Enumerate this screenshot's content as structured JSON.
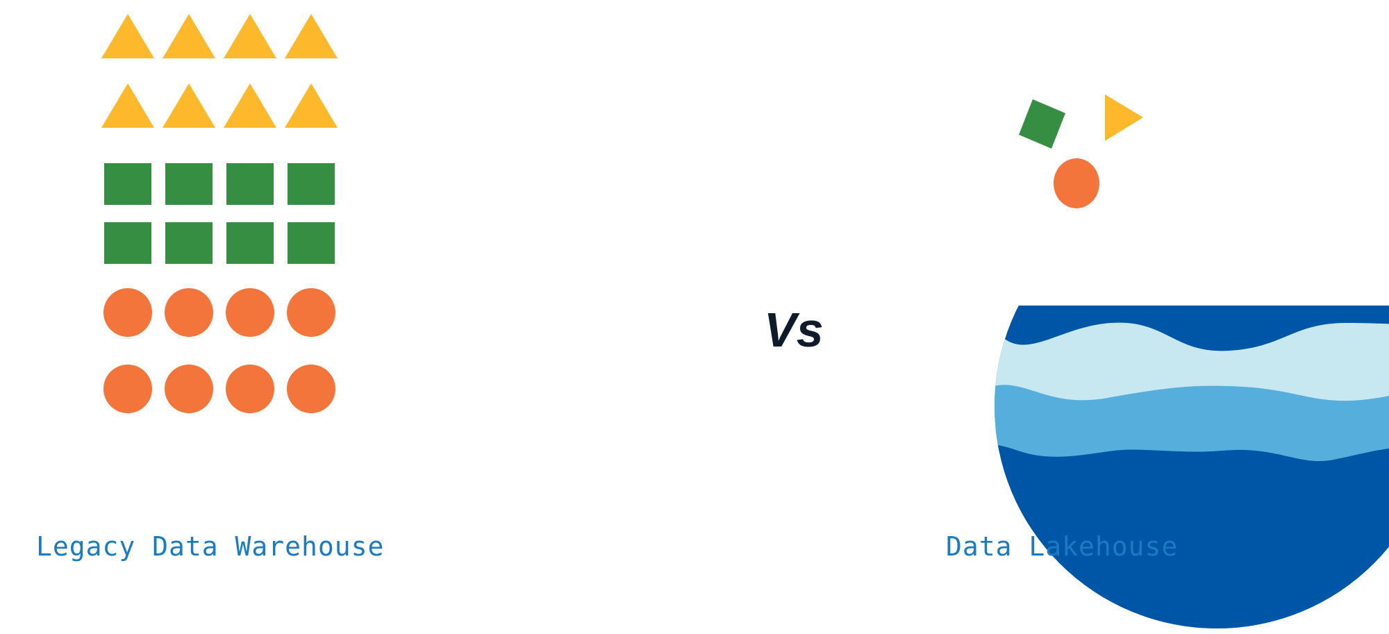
{
  "left": {
    "label": "Legacy Data Warehouse"
  },
  "right": {
    "label": "Data Lakehouse"
  },
  "vs_text": "Vs",
  "colors": {
    "yellow": "#fdb92b",
    "green": "#368e43",
    "orange": "#f4753b",
    "water_light": "#c8e8f1",
    "water_mid": "#55aedc",
    "water_dark": "#0056a6",
    "label": "#1a7bc2"
  }
}
